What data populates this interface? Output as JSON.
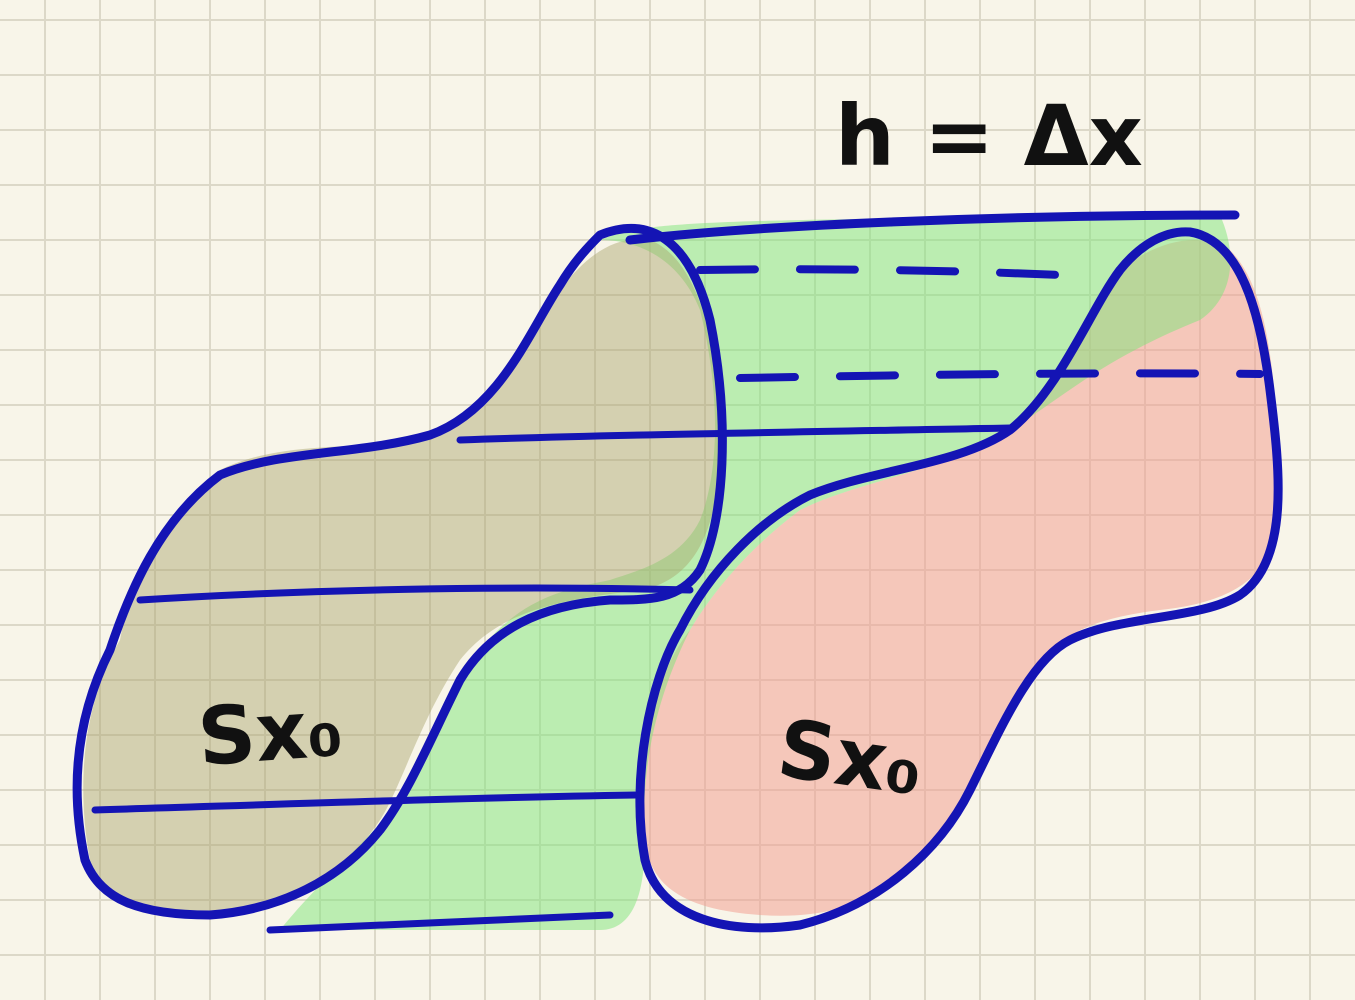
{
  "colors": {
    "paper": "#f8f5e9",
    "grid": "#dcd8c8",
    "ink": "#1414b4",
    "green_fill": "#7ee67a",
    "red_fill": "#f2a094",
    "olive_overlap": "#a9a36a",
    "text": "#111111"
  },
  "labels": {
    "height_label": "h = Δx",
    "left_cross_section": "Sx₀",
    "right_cross_section": "Sx₀"
  },
  "diagram": {
    "description_shape": "extruded solid between two congruent cross-sections",
    "style": "hand-drawn on grid paper"
  }
}
